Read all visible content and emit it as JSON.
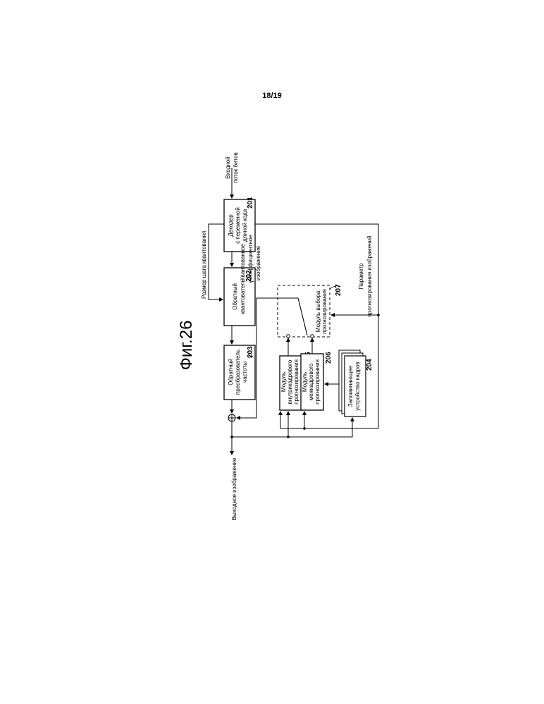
{
  "page_number": "18/19",
  "figure_title": "Фиг.26",
  "blocks": {
    "vld": {
      "ref": "201",
      "line1": "Декодер",
      "line2": "с переменной",
      "line3": "длиной кода"
    },
    "iq": {
      "ref": "202",
      "line1": "Обратный",
      "line2": "квантователь"
    },
    "it": {
      "ref": "203",
      "line1": "Обратный",
      "line2": "преобразователь",
      "line3": "частоты"
    },
    "frame_memory": {
      "ref": "204",
      "line1": "Запоминающее",
      "line2": "устройство кадров"
    },
    "intra": {
      "ref": "205",
      "line1": "Модуль",
      "line2": "внутрикадрового",
      "line3": "прогнозирования"
    },
    "inter": {
      "ref": "206",
      "line1": "Модуль",
      "line2": "межкадрового",
      "line3": "прогнозирования"
    },
    "selector": {
      "ref": "207",
      "line1": "Модуль выбора",
      "line2": "прогнозирования"
    }
  },
  "signals": {
    "input_line1": "Входной",
    "input_line2": "поток битов",
    "qstep": "Размер шага квантования",
    "qcoef_line1": "Квантованное",
    "qcoef_line2": "коэффициентное",
    "qcoef_line3": "изображение",
    "param_line1": "Параметр",
    "param_line2": "прогнозирования изображений",
    "output": "Выходное изображение"
  }
}
